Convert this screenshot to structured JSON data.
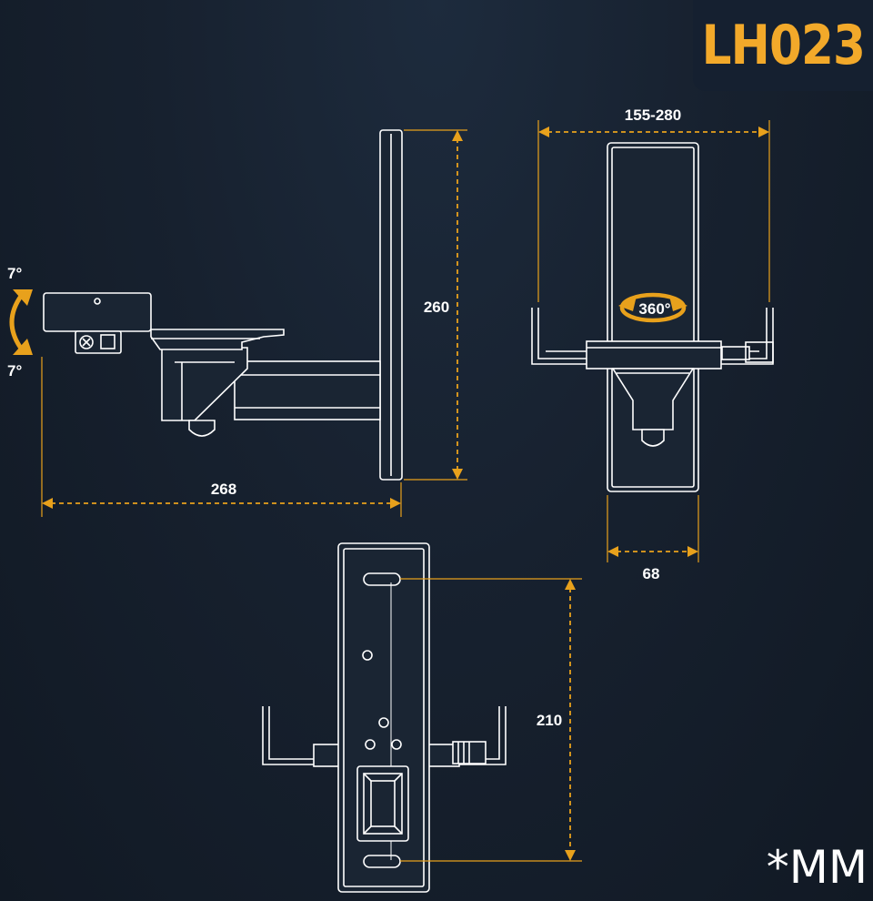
{
  "model": "LH023",
  "unit": "*MM",
  "colors": {
    "accent": "#e8a11c",
    "line": "#ffffff",
    "background": "#17212f"
  },
  "dimensions": {
    "width": "268",
    "height": "260",
    "clamp_range": "155-280",
    "plate_width": "68",
    "hole_spacing": "210",
    "tilt_up": "7°",
    "tilt_down": "7°",
    "rotation": "360°"
  }
}
